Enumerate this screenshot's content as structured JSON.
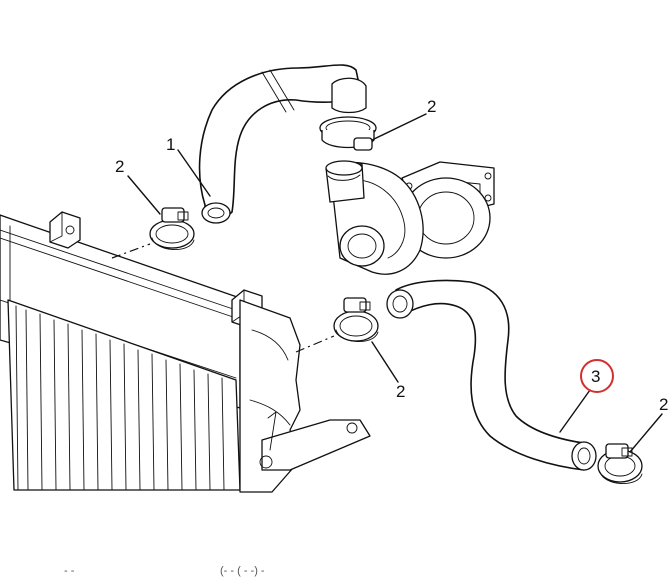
{
  "callouts": {
    "hose_upper": "1",
    "clamp_top_right": "2",
    "clamp_left": "2",
    "clamp_lower_middle": "2",
    "hose_lower": "3",
    "clamp_far_right": "2"
  },
  "highlight_color": "#d32f2f",
  "footer_text": {
    "left": "- -",
    "right": "(- - ( - -) -"
  }
}
